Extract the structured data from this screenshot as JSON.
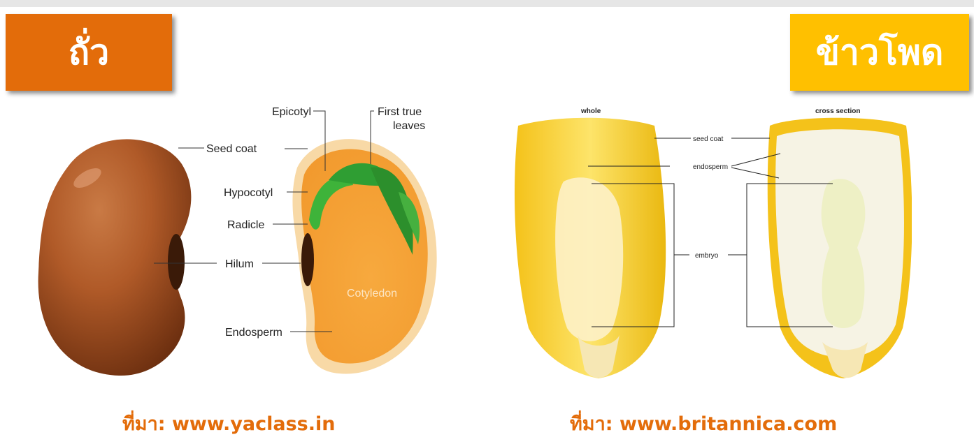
{
  "titles": {
    "left": "ถั่ว",
    "right": "ข้าวโพด"
  },
  "bean_diagram": {
    "labels": {
      "epicotyl": "Epicotyl",
      "first_true_leaves_line1": "First true",
      "first_true_leaves_line2": "leaves",
      "seed_coat": "Seed coat",
      "hypocotyl": "Hypocotyl",
      "radicle": "Radicle",
      "hilum": "Hilum",
      "cotyledon": "Cotyledon",
      "endosperm": "Endosperm"
    }
  },
  "corn_diagram": {
    "headings": {
      "whole": "whole",
      "cross_section": "cross section"
    },
    "labels": {
      "seed_coat": "seed coat",
      "endosperm": "endosperm",
      "embryo": "embryo"
    }
  },
  "sources": {
    "left": "ที่มา: www.yaclass.in",
    "right": "ที่มา: www.britannica.com"
  }
}
